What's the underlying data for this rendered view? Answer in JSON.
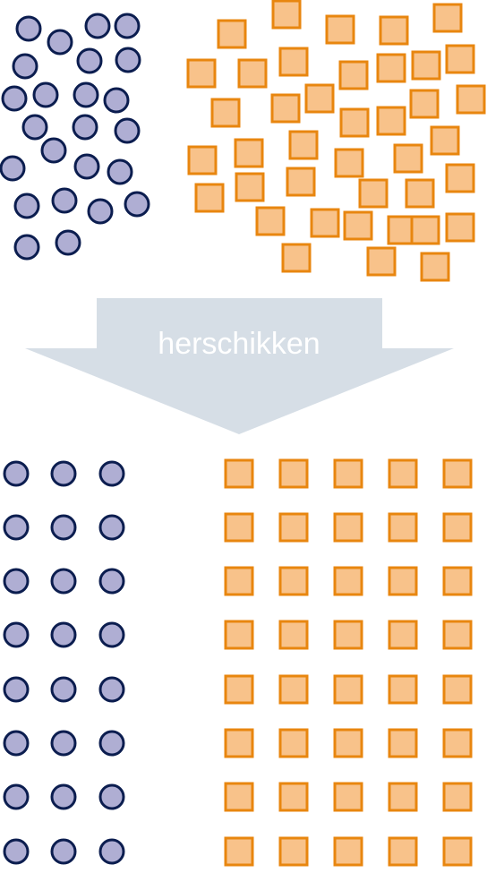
{
  "arrow": {
    "label": "herschikken",
    "fill": "#d6dee6"
  },
  "colors": {
    "circle_fill": "#afaed3",
    "circle_stroke": "#0b1d4f",
    "square_fill": "#f8c28a",
    "square_stroke": "#e8860f",
    "arrow_text": "#ffffff"
  },
  "counts": {
    "circles": 24,
    "squares": 40
  },
  "groups": {
    "before_circles": "scattered",
    "before_squares": "scattered",
    "after_circles": {
      "rows": 8,
      "columns": 3
    },
    "after_squares": {
      "rows": 8,
      "columns": 5
    }
  }
}
